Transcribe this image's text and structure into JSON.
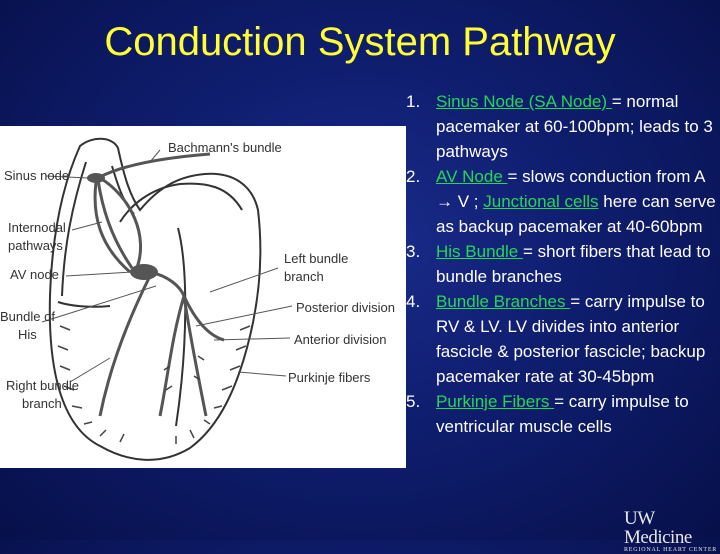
{
  "slide": {
    "title": "Conduction System Pathway"
  },
  "diagram": {
    "labels": {
      "sinus_node": "Sinus node",
      "bachmanns_bundle": "Bachmann's bundle",
      "internodal_pathways": [
        "Internodal",
        "pathways"
      ],
      "av_node": "AV node",
      "left_bundle_branch": [
        "Left bundle",
        "branch"
      ],
      "bundle_of_his": [
        "Bundle of",
        "His"
      ],
      "posterior_division": "Posterior division",
      "anterior_division": "Anterior division",
      "right_bundle_branch": [
        "Right bundle",
        "branch"
      ],
      "purkinje_fibers": "Purkinje fibers"
    }
  },
  "items": [
    {
      "number": "1.",
      "term": "Sinus Node (SA Node) ",
      "text": "= normal pacemaker at 60-100bpm; leads to 3 pathways"
    },
    {
      "number": "2.",
      "term": "AV Node ",
      "text": "= slows conduction from A → V ; ",
      "term2": "Junctional cells",
      "text2": " here can serve as backup pacemaker at 40-60bpm"
    },
    {
      "number": "3.",
      "term": "His Bundle ",
      "text": "= short fibers that lead to bundle branches"
    },
    {
      "number": "4.",
      "term": "Bundle Branches ",
      "text": "= carry impulse to RV & LV. LV divides into anterior fascicle & posterior fascicle; backup pacemaker rate at 30-45bpm"
    },
    {
      "number": "5.",
      "term": "Purkinje Fibers ",
      "text": "= carry impulse to ventricular muscle cells"
    }
  ],
  "logo": {
    "main": "UW Medicine",
    "sub": "REGIONAL HEART CENTER"
  }
}
